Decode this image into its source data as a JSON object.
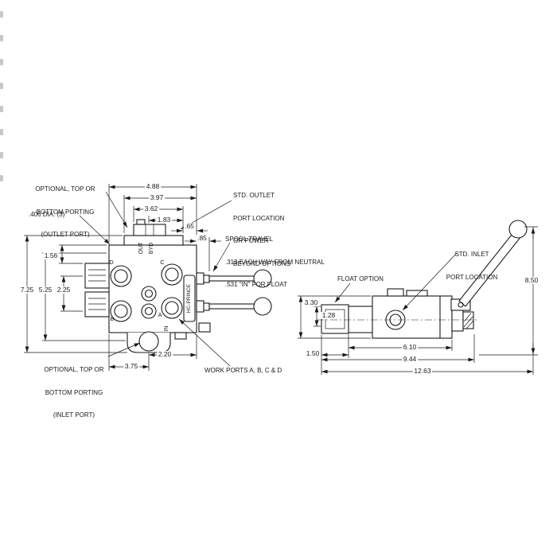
{
  "front_view": {
    "callouts": {
      "optional_outlet": [
        "OPTIONAL, TOP OR",
        "BOTTOM PORTING",
        "(OUTLET PORT)"
      ],
      "hole_dia": ".406 DIA. (3)",
      "std_outlet": [
        "STD. OUTLET",
        "PORT LOCATION",
        "OR POWER",
        "BEYOND OPTIONS"
      ],
      "spool_travel": [
        "SPOOL TRAVEL",
        ".313 EACH WAY FROM NEUTRAL",
        ".531 \"IN\" FOR FLOAT"
      ],
      "optional_inlet": [
        "OPTIONAL, TOP OR",
        "BOTTOM PORTING",
        "(INLET PORT)"
      ],
      "work_ports": "WORK PORTS A, B, C & D"
    },
    "port_labels": {
      "out": "OUT",
      "byd": "BYD",
      "d": "D",
      "c": "C",
      "b": "B",
      "a": "A",
      "in": "IN",
      "brand": "HC-PRINCE"
    },
    "dimensions": {
      "overall_width": "4.88",
      "width_397": "3.97",
      "width_362": "3.62",
      "width_183": "1.83",
      "width_065": ".65",
      "width_085": ".85",
      "height_156": "1.56",
      "height_725": "7.25",
      "height_525": "5.25",
      "height_225": "2.25",
      "bottom_375": "3.75",
      "bottom_220": "2.20"
    }
  },
  "side_view": {
    "callouts": {
      "std_inlet": [
        "STD. INLET",
        "PORT LOCATION"
      ],
      "float_option": "FLOAT OPTION"
    },
    "dimensions": {
      "height_330": "3.30",
      "height_128": "1.28",
      "width_150": "1.50",
      "width_610": "6.10",
      "width_944": "9.44",
      "width_1263": "12.63",
      "height_850": "8.50"
    }
  },
  "colors": {
    "ink": "#1a1a1a",
    "background": "#ffffff"
  }
}
